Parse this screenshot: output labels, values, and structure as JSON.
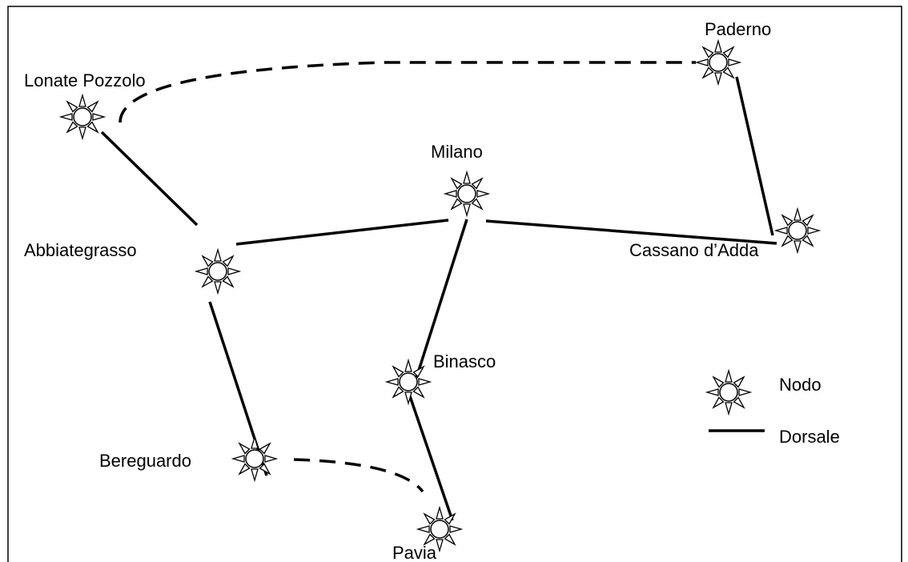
{
  "diagram": {
    "nodes": [
      {
        "id": "lonate",
        "label": "Lonate Pozzolo"
      },
      {
        "id": "paderno",
        "label": "Paderno"
      },
      {
        "id": "milano",
        "label": "Milano"
      },
      {
        "id": "abbiategrasso",
        "label": "Abbiategrasso"
      },
      {
        "id": "cassano",
        "label": "Cassano d’Adda"
      },
      {
        "id": "binasco",
        "label": "Binasco"
      },
      {
        "id": "bereguardo",
        "label": "Bereguardo"
      },
      {
        "id": "pavia",
        "label": "Pavia"
      }
    ],
    "links": [
      {
        "from": "lonate",
        "to": "abbiategrasso",
        "style": "solid"
      },
      {
        "from": "abbiategrasso",
        "to": "milano",
        "style": "solid"
      },
      {
        "from": "milano",
        "to": "cassano",
        "style": "solid"
      },
      {
        "from": "paderno",
        "to": "cassano",
        "style": "solid"
      },
      {
        "from": "milano",
        "to": "binasco",
        "style": "solid"
      },
      {
        "from": "binasco",
        "to": "pavia",
        "style": "solid"
      },
      {
        "from": "abbiategrasso",
        "to": "bereguardo",
        "style": "solid"
      },
      {
        "from": "lonate",
        "to": "paderno",
        "style": "dashed"
      },
      {
        "from": "bereguardo",
        "to": "pavia",
        "style": "dashed"
      }
    ]
  },
  "legend": {
    "node_label": "Nodo",
    "line_label": "Dorsale"
  },
  "colors": {
    "stroke": "#000000",
    "background": "#ffffff"
  }
}
